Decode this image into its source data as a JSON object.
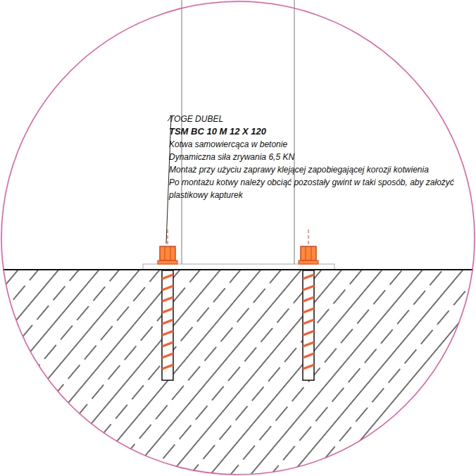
{
  "diagram": {
    "labels": [
      "TOGE DUBEL",
      "TSM BC 10 M 12 X 120",
      "Kotwa samowiercąca w betonie",
      "Dynamiczna siła zrywania 6,5 KN",
      "Montaż przy użyciu zaprawy klejącej zapobiegającej korozji kotwienia",
      "Po montażu kotwy należy obciąć pozostały gwint w taki sposób, aby założyć plastikowy kapturek"
    ]
  }
}
